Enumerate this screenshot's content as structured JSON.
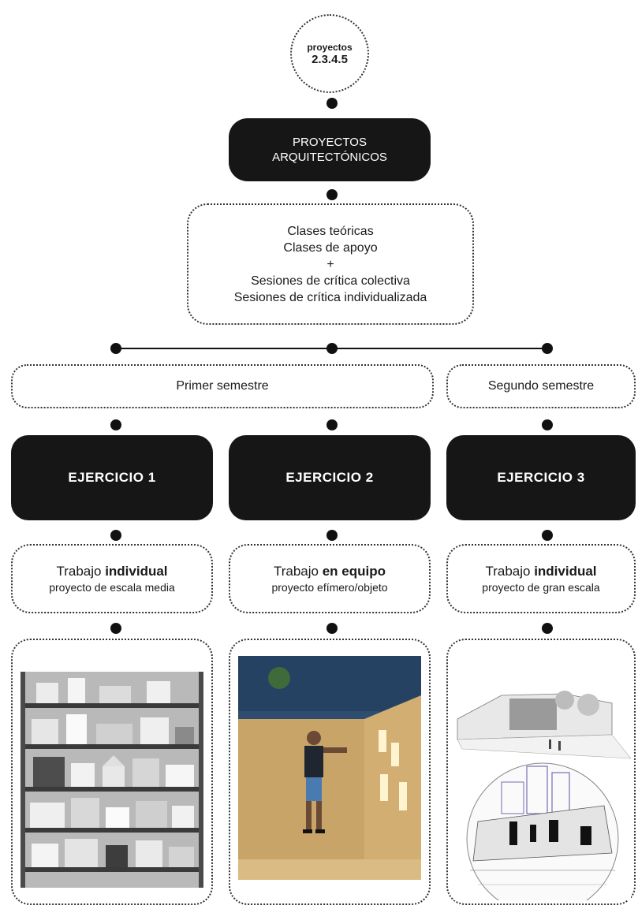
{
  "top_circle": {
    "line1": "proyectos",
    "line2": "2.3.4.5"
  },
  "main_title": {
    "line1": "PROYECTOS",
    "line2": "ARQUITECTÓNICOS"
  },
  "classes": [
    "Clases teóricas",
    "Clases de apoyo",
    "+",
    "Sesiones de crítica colectiva",
    "Sesiones de crítica individualizada"
  ],
  "semesters": {
    "first": "Primer semestre",
    "second": "Segundo semestre"
  },
  "exercises": [
    {
      "title": "EJERCICIO 1",
      "work_prefix": "Trabajo ",
      "work_bold": "individual",
      "project": "proyecto de escala media"
    },
    {
      "title": "EJERCICIO 2",
      "work_prefix": "Trabajo ",
      "work_bold": "en equipo",
      "project": "proyecto efímero/objeto"
    },
    {
      "title": "EJERCICIO 3",
      "work_prefix": "Trabajo ",
      "work_bold": "individual",
      "project": "proyecto de gran escala"
    }
  ],
  "colors": {
    "box_black": "#161616",
    "dot": "#111111",
    "osb": "#c9a468",
    "stage_blue": "#2f4d6e"
  },
  "images": [
    "models-shelf-photo",
    "osb-installation-photo",
    "urban-drawing"
  ]
}
